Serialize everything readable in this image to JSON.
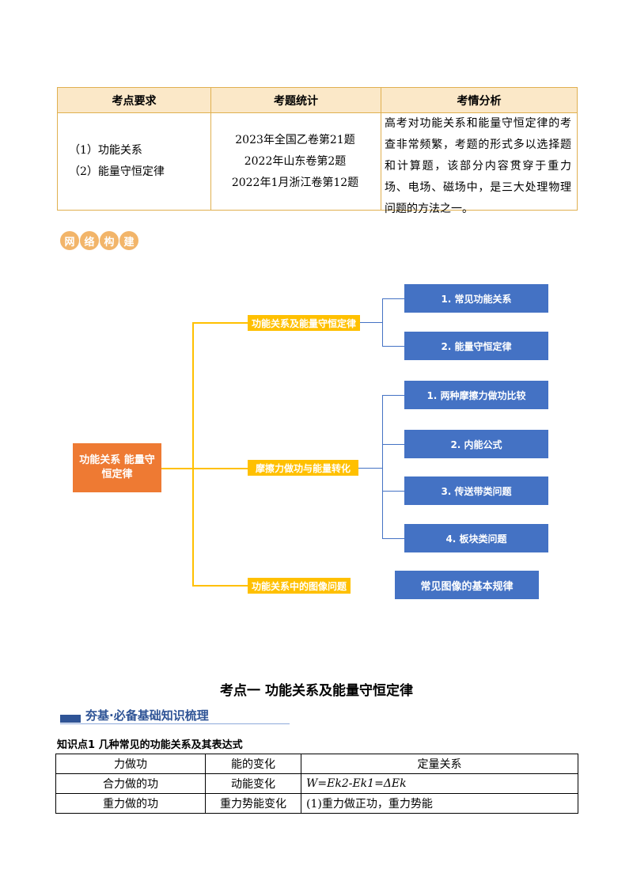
{
  "top_table": {
    "headers": [
      "考点要求",
      "考题统计",
      "考情分析"
    ],
    "requirements": [
      "（1）功能关系",
      "（2）能量守恒定律"
    ],
    "stats": [
      "2023年全国乙卷第21题",
      "2022年山东卷第2题",
      "2022年1月浙江卷第12题"
    ],
    "analysis_lines": [
      "高考对功能关系和能量守恒定律的考",
      "查非常频繁，考题的形式多以选择题",
      "和计算题，该部分内容贯穿于重力",
      "场、电场、磁场中，是三大处理物理",
      "问题的方法之一。"
    ]
  },
  "badge": [
    "网",
    "络",
    "构",
    "建"
  ],
  "mindmap": {
    "root_line1": "功能关系  能量守",
    "root_line2": "恒定律",
    "branch1": "功能关系及能量守恒定律",
    "branch1_leaves": [
      "1. 常见功能关系",
      "2. 能量守恒定律"
    ],
    "branch2": "摩擦力做功与能量转化",
    "branch2_leaves": [
      "1. 两种摩擦力做功比较",
      "2. 内能公式",
      "3. 传送带类问题",
      "4. 板块类问题"
    ],
    "branch3": "功能关系中的图像问题",
    "branch3_leaf": "常见图像的基本规律"
  },
  "section_title": "考点一  功能关系及能量守恒定律",
  "banner_text": "夯基·必备基础知识梳理",
  "knowledge_point": "知识点1  几种常见的功能关系及其表达式",
  "table2": {
    "headers": [
      "力做功",
      "能的变化",
      "定量关系"
    ],
    "rows": [
      [
        "合力做的功",
        "动能变化",
        "W=Ek2-Ek1=ΔEk"
      ],
      [
        "重力做的功",
        "重力势能变化",
        "(1)重力做正功，重力势能"
      ]
    ]
  },
  "colors": {
    "root": "#ee7a33",
    "branch": "#ffc000",
    "leaf": "#4472c4",
    "table_border": "#e0b050",
    "table_header": "#fbe8c8"
  }
}
